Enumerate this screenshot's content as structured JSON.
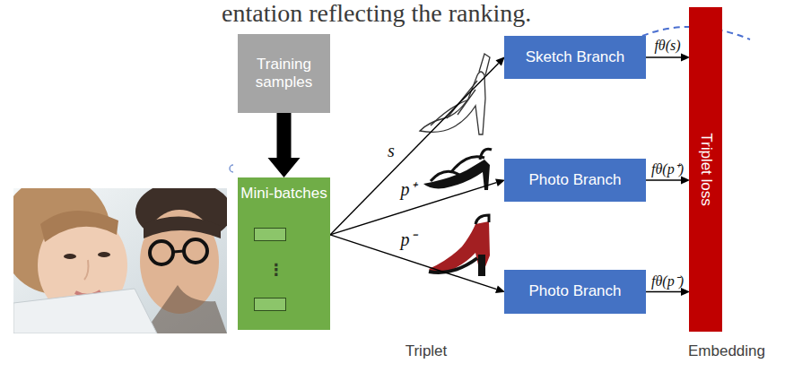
{
  "diagram": {
    "nodes": [
      {
        "text": [
          "Training samples"
        ]
      },
      {
        "text": [
          "Mini-batches"
        ]
      },
      {
        "text": [
          "Sketch Branch"
        ]
      },
      {
        "text": [
          "Photo Branch"
        ]
      },
      {
        "text": [
          "Photo Branch"
        ]
      },
      {
        "text": [
          "Triplet loss"
        ]
      }
    ],
    "edges": [
      {
        "from": 0,
        "to": 1,
        "arrow": "to"
      },
      {
        "from": 1,
        "to": 2,
        "label": "s",
        "arrow": "to"
      },
      {
        "from": 1,
        "to": 3,
        "label": "p⁺",
        "arrow": "to"
      },
      {
        "from": 1,
        "to": 4,
        "label": "p⁻",
        "arrow": "to"
      },
      {
        "from": 2,
        "to": 5,
        "label": "fθ(s)",
        "arrow": "to"
      },
      {
        "from": 3,
        "to": 5,
        "label": "fθ(p⁺)",
        "arrow": "to"
      },
      {
        "from": 4,
        "to": 5,
        "label": "fθ(p⁻)",
        "arrow": "to"
      }
    ],
    "labels": [
      "entation reflecting the ranking.",
      "⋮",
      "Triplet",
      "Embedding"
    ]
  }
}
